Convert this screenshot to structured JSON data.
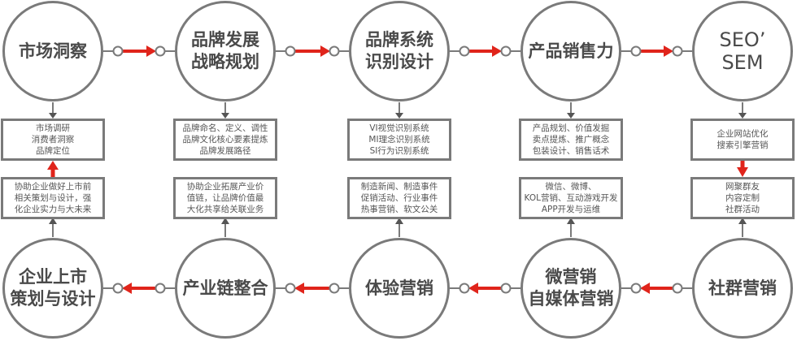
{
  "top_row": [
    {
      "lines": [
        "市场洞察"
      ]
    },
    {
      "lines": [
        "品牌发展",
        "战略规划"
      ]
    },
    {
      "lines": [
        "品牌系统",
        "识别设计"
      ]
    },
    {
      "lines": [
        "产品销售力"
      ]
    },
    {
      "lines": [
        "SEO’",
        "SEM"
      ]
    }
  ],
  "top_boxes": [
    {
      "lines": [
        "市场调研",
        "消费者洞察",
        "品牌定位"
      ]
    },
    {
      "lines": [
        "品牌命名、定义、调性",
        "品牌文化核心要素提炼",
        "品牌发展路径"
      ]
    },
    {
      "lines": [
        "VI视觉识别系统",
        "MI理念识别系统",
        "SI行为识别系统"
      ]
    },
    {
      "lines": [
        "产品规划、价值发掘",
        "卖点提炼、推广概念",
        "包装设计、销售话术"
      ]
    },
    {
      "lines": [
        "企业网站优化",
        "搜索引擎营销"
      ]
    }
  ],
  "bottom_boxes": [
    {
      "lines": [
        "协助企业做好上市前",
        "相关策划与设计，强",
        "化企业实力与大未来"
      ]
    },
    {
      "lines": [
        "协助企业拓展产业价",
        "值链，让品牌价值最",
        "大化共享给关联业务"
      ]
    },
    {
      "lines": [
        "制造新闻、制造事件",
        "促销活动、行业事件",
        "热事营销、软文公关"
      ]
    },
    {
      "lines": [
        "微信、微博、",
        "KOL营销、互动游戏开发",
        "APP开发与运维"
      ]
    },
    {
      "lines": [
        "网聚群友",
        "内容定制",
        "社群活动"
      ]
    }
  ],
  "bottom_row": [
    {
      "lines": [
        "企业上市",
        "策划与设计"
      ]
    },
    {
      "lines": [
        "产业链整合"
      ]
    },
    {
      "lines": [
        "体验营销"
      ]
    },
    {
      "lines": [
        "微营销",
        "自媒体营销"
      ]
    },
    {
      "lines": [
        "社群营销"
      ]
    }
  ],
  "colors": {
    "accent": "#e0241b",
    "line": "#7a7a7a",
    "text": "#4a4a4a"
  }
}
